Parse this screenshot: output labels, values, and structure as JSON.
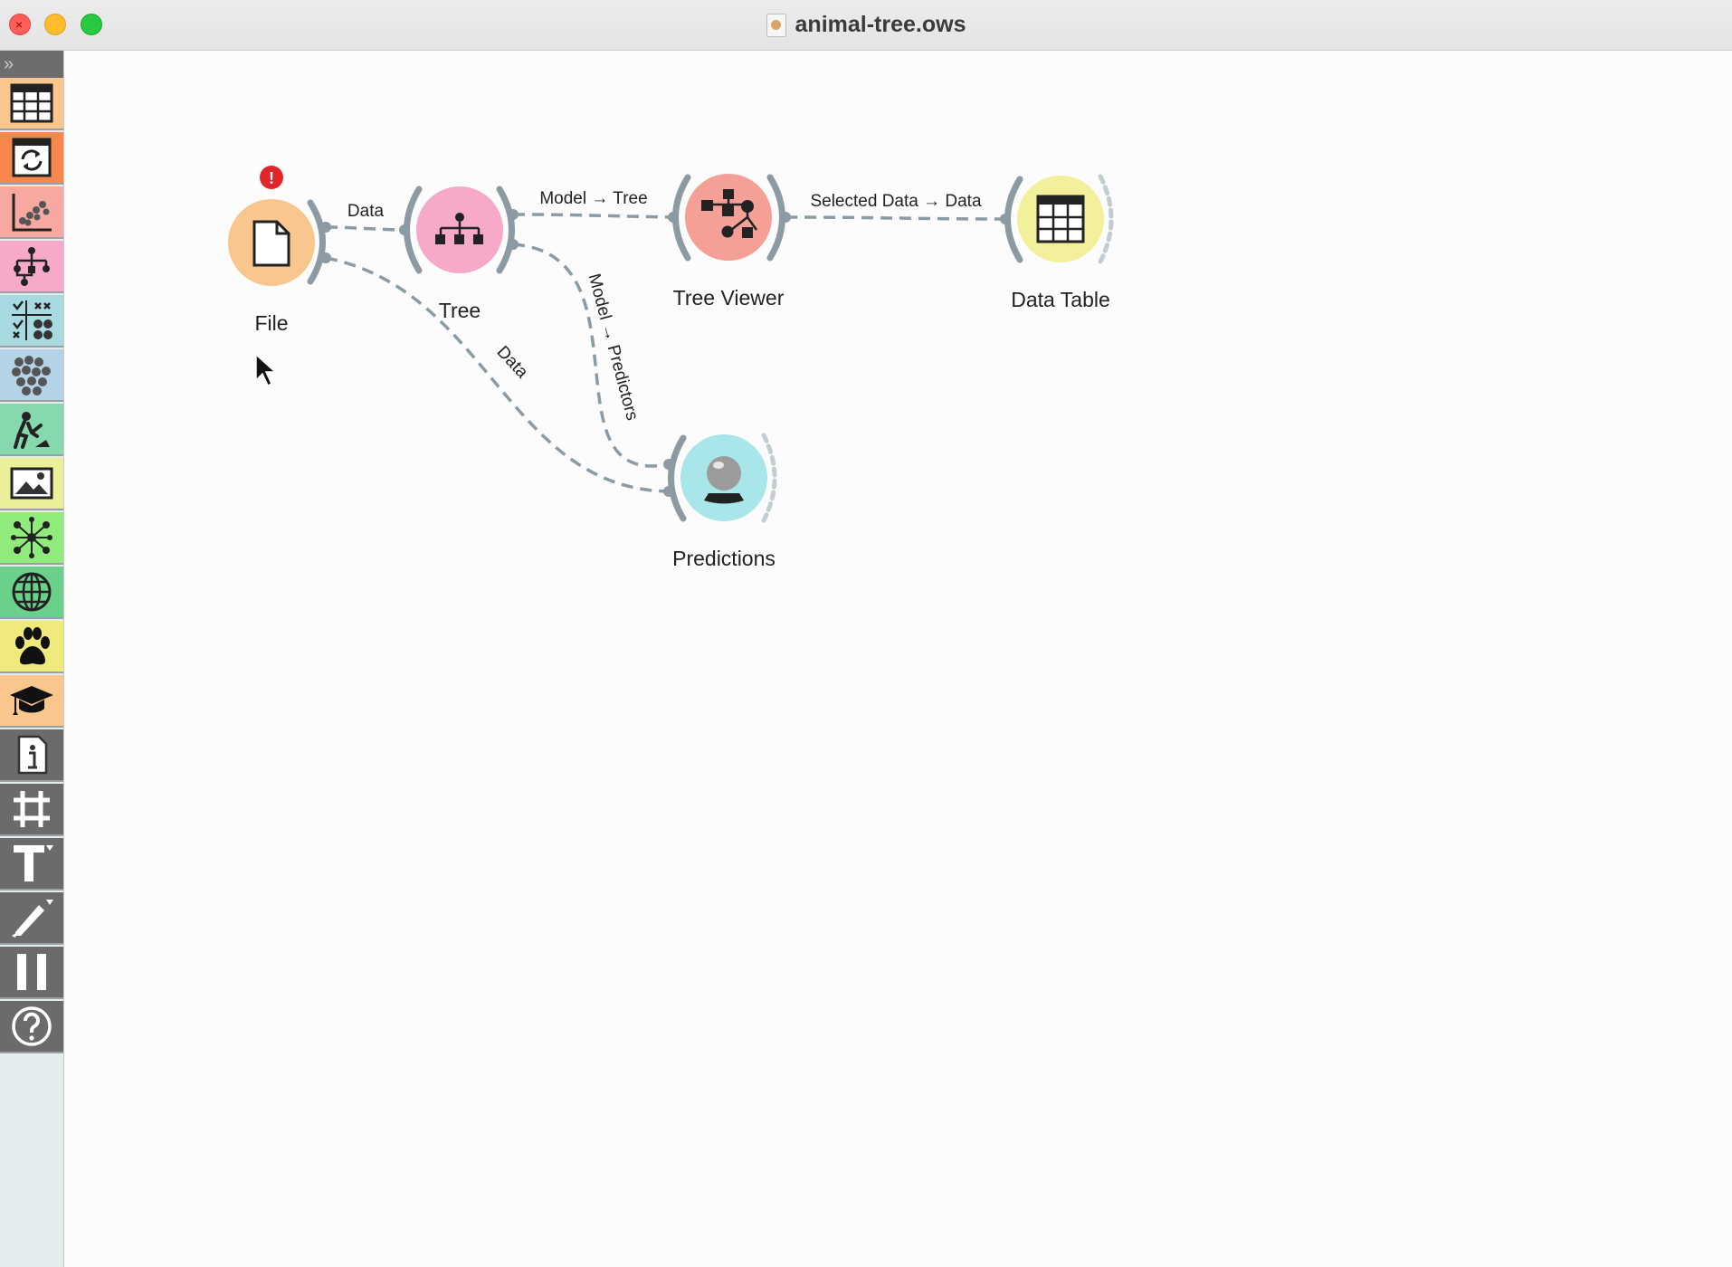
{
  "window": {
    "title": "animal-tree.ows",
    "buttons": [
      "close",
      "minimize",
      "maximize"
    ]
  },
  "toolbar": {
    "toggle_glyph": "»",
    "categories": [
      {
        "name": "data",
        "icon": "table-icon",
        "color": "#f9c68e"
      },
      {
        "name": "transform",
        "icon": "transform-icon",
        "color": "#f7884d"
      },
      {
        "name": "visualize",
        "icon": "scatter-plot-icon",
        "color": "#f7a8a0"
      },
      {
        "name": "model",
        "icon": "tree-model-icon",
        "color": "#f6a9c9"
      },
      {
        "name": "evaluate",
        "icon": "evaluate-icon",
        "color": "#a8dbe1"
      },
      {
        "name": "unsupervised",
        "icon": "clusters-icon",
        "color": "#b5d3e6"
      },
      {
        "name": "prototypes",
        "icon": "worker-icon",
        "color": "#86d9ad"
      },
      {
        "name": "image-analytics",
        "icon": "image-icon",
        "color": "#ecef9a"
      },
      {
        "name": "network",
        "icon": "network-icon",
        "color": "#90ea7c"
      },
      {
        "name": "geo",
        "icon": "globe-icon",
        "color": "#6bd08a"
      },
      {
        "name": "animals",
        "icon": "paw-icon",
        "color": "#f0ea7c"
      },
      {
        "name": "education",
        "icon": "graduation-cap-icon",
        "color": "#f9c68e"
      },
      {
        "name": "info",
        "icon": "info-document-icon",
        "color": "#6b6b6b"
      },
      {
        "name": "align",
        "icon": "grid-align-icon",
        "color": "#6b6b6b"
      },
      {
        "name": "text-annotation",
        "icon": "text-icon",
        "color": "#6b6b6b"
      },
      {
        "name": "arrow-annotation",
        "icon": "pen-icon",
        "color": "#6b6b6b"
      },
      {
        "name": "pause",
        "icon": "pause-icon",
        "color": "#6b6b6b"
      },
      {
        "name": "help",
        "icon": "help-icon",
        "color": "#6b6b6b"
      }
    ]
  },
  "nodes": [
    {
      "id": "file",
      "label": "File",
      "icon": "file-icon",
      "color": "#f9c68e",
      "has_error": true
    },
    {
      "id": "tree",
      "label": "Tree",
      "icon": "tree-model-icon",
      "color": "#f6a9c9"
    },
    {
      "id": "tree-viewer",
      "label": "Tree Viewer",
      "icon": "tree-viewer-icon",
      "color": "#f4a097"
    },
    {
      "id": "data-table",
      "label": "Data Table",
      "icon": "table-icon",
      "color": "#f2f09a"
    },
    {
      "id": "predictions",
      "label": "Predictions",
      "icon": "crystal-ball-icon",
      "color": "#a8e6ea"
    }
  ],
  "links": [
    {
      "from": "file",
      "to": "tree",
      "label": "Data"
    },
    {
      "from": "tree",
      "to": "tree-viewer",
      "label": "Model → Tree"
    },
    {
      "from": "tree-viewer",
      "to": "data-table",
      "label": "Selected Data → Data"
    },
    {
      "from": "tree",
      "to": "predictions",
      "label": "Model → Predictors"
    },
    {
      "from": "file",
      "to": "predictions",
      "label": "Data"
    }
  ],
  "error_badge": "!",
  "colors": {
    "link": "#8a9ba4",
    "channel": "#8c9ba3"
  }
}
